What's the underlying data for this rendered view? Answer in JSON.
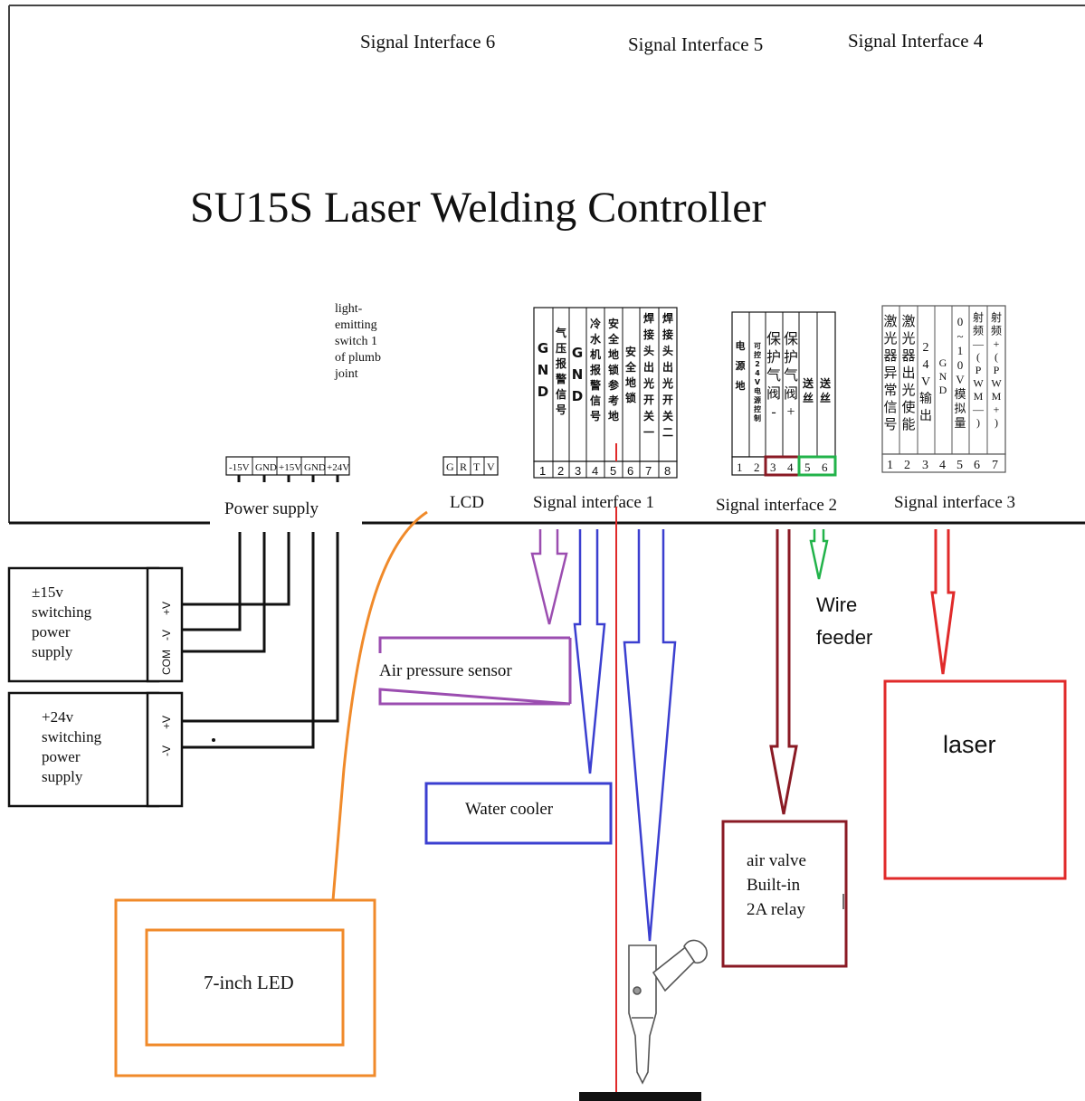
{
  "colors": {
    "black": "#111111",
    "purple": "#9b4db0",
    "blue": "#3b3fd0",
    "red": "#e02a2a",
    "darkred": "#8a1a24",
    "green": "#22b34a",
    "orange": "#f08a2a",
    "gray": "#777777"
  },
  "header_fragment": "",
  "title": "SU15S Laser Welding Controller",
  "top_interfaces": [
    "Signal Interface 6",
    "Signal Interface 5",
    "Signal Interface 4"
  ],
  "light_switch_note": [
    "light-",
    "emitting",
    "switch 1",
    "of plumb",
    "joint"
  ],
  "power_supply": {
    "label": "Power supply",
    "pins": [
      "-15V",
      "GND",
      "+15V",
      "GND",
      "+24V"
    ]
  },
  "lcd": {
    "label": "LCD",
    "pins": [
      "G",
      "R",
      "T",
      "V"
    ]
  },
  "signal_interface_1": {
    "label": "Signal interface 1",
    "pins": [
      "1",
      "2",
      "3",
      "4",
      "5",
      "6",
      "7",
      "8"
    ],
    "columns": [
      "GND",
      "气压报警信号",
      "GND",
      "冷水机报警信号",
      "安全地锁参考地",
      "安全地锁",
      "焊接头出光开关一",
      "焊接头出光开关二"
    ]
  },
  "signal_interface_2": {
    "label": "Signal interface 2",
    "pins": [
      "1",
      "2",
      "3",
      "4",
      "5",
      "6"
    ],
    "columns": [
      "电源地",
      "可控24V电源控制",
      "保护气阀-",
      "保护气阀+",
      "送丝",
      "送丝"
    ]
  },
  "signal_interface_3": {
    "label": "Signal interface 3",
    "pins": [
      "1",
      "2",
      "3",
      "4",
      "5",
      "6",
      "7"
    ],
    "columns": [
      "激光器异常信号",
      "激光器出光使能",
      "24V输出",
      "GND",
      "0~10V模拟量",
      "射频—(PWM—)",
      "射频+(PWM+)"
    ]
  },
  "devices": {
    "psu15_lines": [
      "±15v",
      "switching",
      "power",
      "supply"
    ],
    "psu15_pins": [
      "+V",
      "-V",
      "COM"
    ],
    "psu24_lines": [
      "+24v",
      "switching",
      "power",
      "supply"
    ],
    "psu24_pins": [
      "+V",
      "-V"
    ],
    "air_pressure_sensor": "Air pressure sensor",
    "water_cooler": "Water cooler",
    "wire_feeder": [
      "Wire",
      "feeder"
    ],
    "air_valve": [
      "air valve",
      "Built-in",
      "2A relay"
    ],
    "laser": "laser",
    "led": "7-inch LED"
  }
}
